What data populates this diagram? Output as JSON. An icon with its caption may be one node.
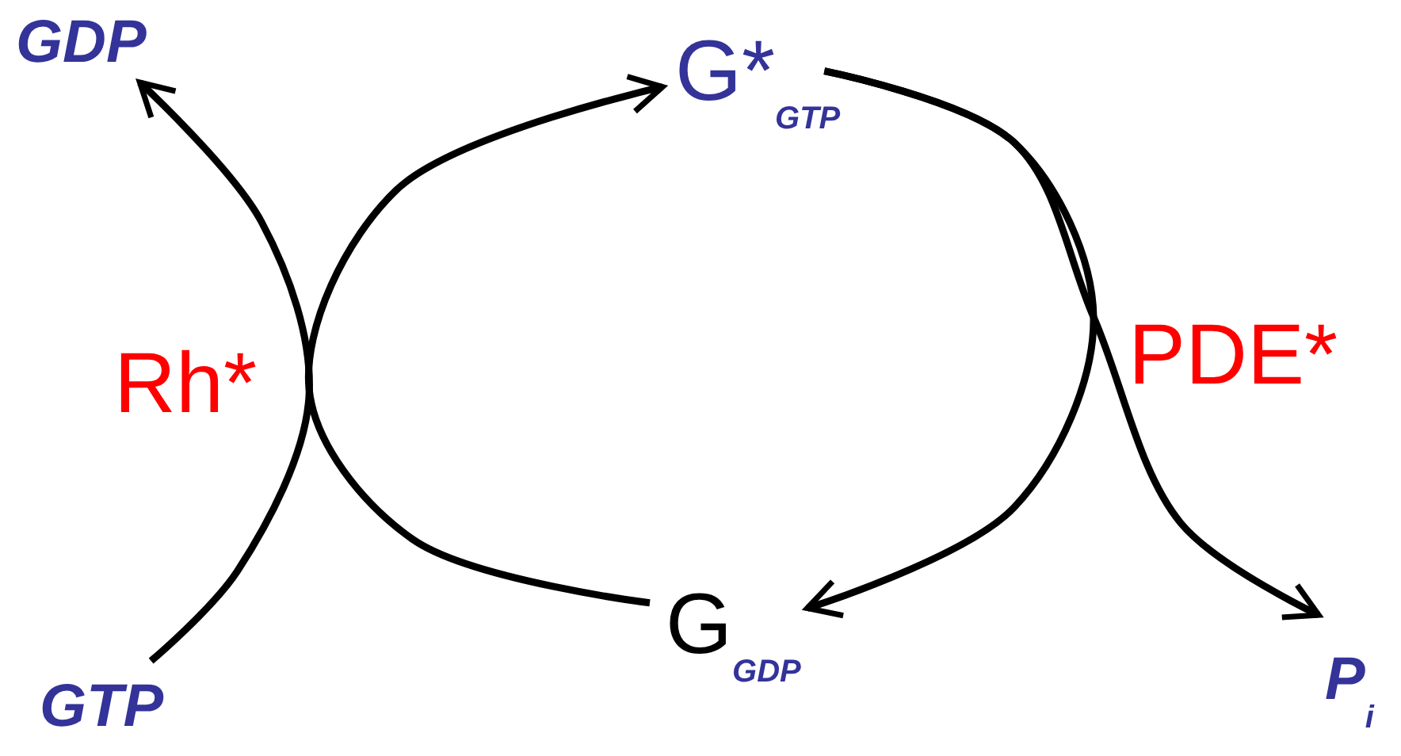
{
  "diagram": {
    "nodes": [
      {
        "text": [
          "GDP"
        ]
      },
      {
        "text": [
          "G*$_{GTP}$"
        ]
      },
      {
        "text": [
          "G$_{GDP}$"
        ]
      },
      {
        "text": [
          "GTP"
        ]
      },
      {
        "text": [
          "P$_{i}$"
        ]
      }
    ],
    "edges": [
      {
        "from": 3,
        "to": 0,
        "arrow": "to"
      },
      {
        "from": 2,
        "to": 1,
        "arrow": "to"
      },
      {
        "from": 1,
        "to": 2,
        "arrow": "to"
      },
      {
        "from": 1,
        "to": 4,
        "arrow": "to"
      }
    ],
    "labels": [
      "Rh*",
      "PDE*"
    ]
  }
}
